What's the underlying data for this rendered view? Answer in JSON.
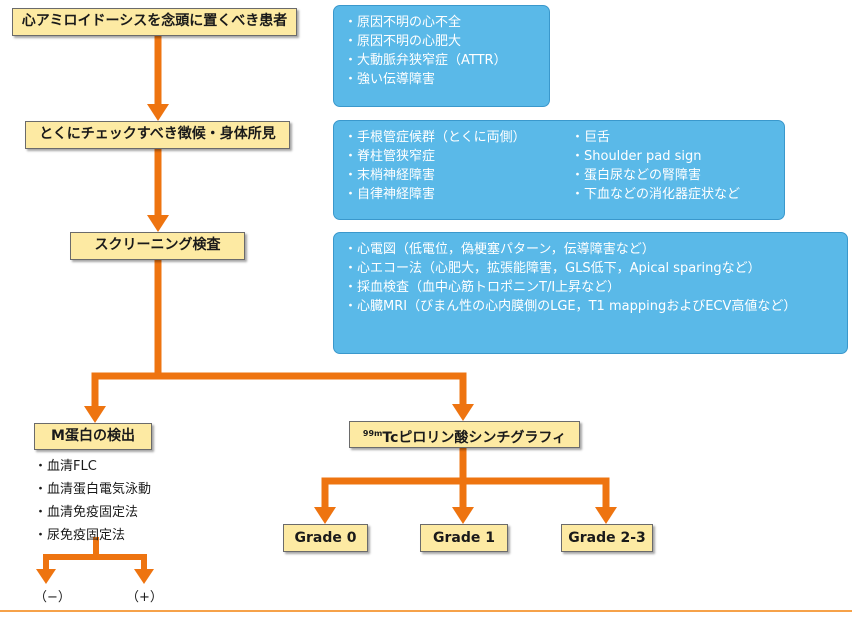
{
  "colors": {
    "arrow": "#ee7410",
    "yellow_box": "#fdeaa3",
    "blue_box": "#5ab9e8",
    "bottom_rule": "#f6a24a"
  },
  "steps": [
    {
      "label": "心アミロイドーシスを念頭に置くべき患者"
    },
    {
      "label": "とくにチェックすべき徴候・身体所見"
    },
    {
      "label": "スクリーニング検査"
    }
  ],
  "info": {
    "patients": [
      "・原因不明の心不全",
      "・原因不明の心肥大",
      "・大動脈弁狭窄症（ATTR）",
      "・強い伝導障害"
    ],
    "signs_left": [
      "・手根管症候群（とくに両側）",
      "・脊柱管狭窄症",
      "・末梢神経障害",
      "・自律神経障害"
    ],
    "signs_right": [
      "・巨舌",
      "・Shoulder pad sign",
      "・蛋白尿などの腎障害",
      "・下血などの消化器症状など"
    ],
    "screening": [
      "・心電図（低電位，偽梗塞パターン，伝導障害など）",
      "・心エコー法（心肥大，拡張能障害，GLS低下，Apical sparingなど）",
      "・採血検査（血中心筋トロポニンT/I上昇など）",
      "・心臓MRI（びまん性の心内膜側のLGE，T1 mappingおよびECV高値など）"
    ]
  },
  "branches": {
    "m_protein": {
      "label": "M蛋白の検出",
      "tests": [
        "・血清FLC",
        "・血清蛋白電気泳動",
        "・血清免疫固定法",
        "・尿免疫固定法"
      ],
      "outcomes": [
        "（−）",
        "（+）"
      ]
    },
    "scintigraphy": {
      "isotope": "99m",
      "label": "Tcピロリン酸シンチグラフィ",
      "grades": [
        "Grade 0",
        "Grade 1",
        "Grade 2-3"
      ]
    }
  }
}
